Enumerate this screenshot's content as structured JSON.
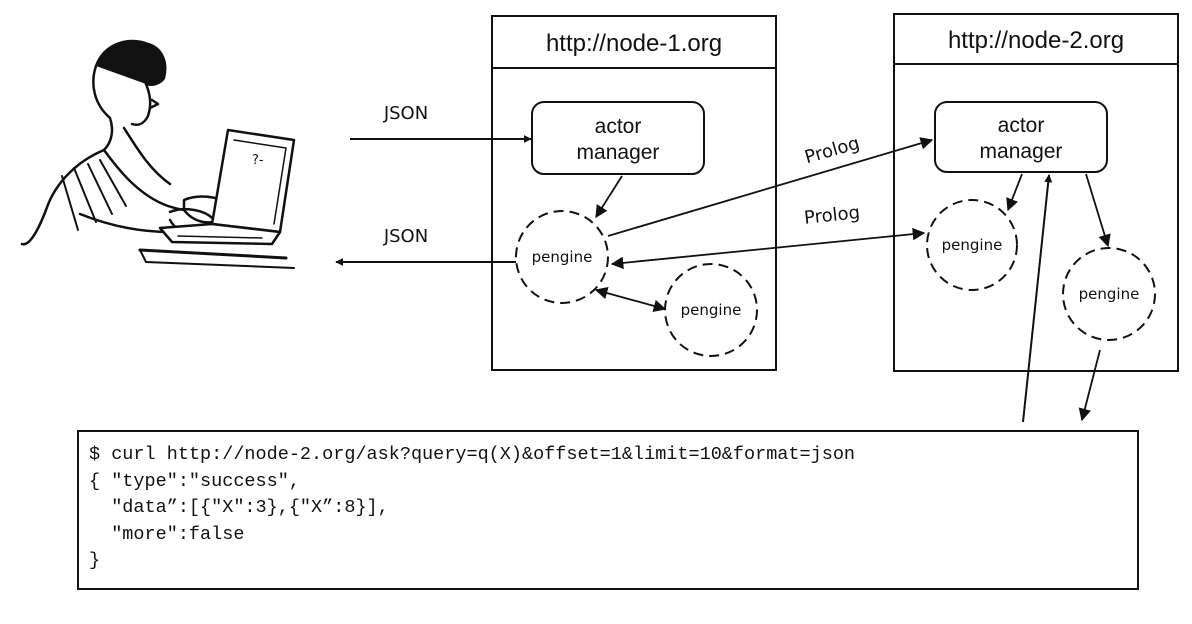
{
  "user": {
    "screen_prompt": "?-",
    "to_manager_label": "JSON",
    "from_pengine_label": "JSON"
  },
  "nodes": [
    {
      "title": "http://node-1.org",
      "actor_manager": [
        "actor",
        "manager"
      ],
      "pengines": [
        "pengine",
        "pengine"
      ]
    },
    {
      "title": "http://node-2.org",
      "actor_manager": [
        "actor",
        "manager"
      ],
      "pengines": [
        "pengine",
        "pengine"
      ]
    }
  ],
  "links": {
    "prolog_to_manager": "Prolog",
    "prolog_to_pengine": "Prolog"
  },
  "terminal": {
    "lines": [
      "$ curl http://node-2.org/ask?query=q(X)&offset=1&limit=10&format=json",
      "{ \"type\":\"success\",",
      "  \"data”:[{\"X\":3},{\"X”:8}],",
      "  \"more\":false",
      "}"
    ]
  },
  "colors": {
    "stroke": "#111111",
    "background": "#ffffff"
  }
}
